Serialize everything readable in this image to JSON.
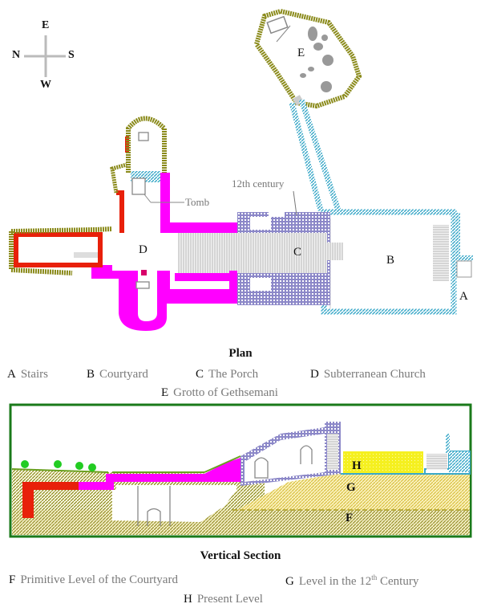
{
  "compass": {
    "top": "E",
    "left": "N",
    "right": "S",
    "bottom": "W"
  },
  "plan": {
    "title": "Plan",
    "area_labels": {
      "A": "A",
      "B": "B",
      "C": "C",
      "D": "D",
      "E": "E"
    },
    "annotations": {
      "tomb": "Tomb",
      "twelfth_century": "12th century"
    },
    "legend": [
      {
        "key": "A",
        "text": "Stairs"
      },
      {
        "key": "B",
        "text": "Courtyard"
      },
      {
        "key": "C",
        "text": "The Porch"
      },
      {
        "key": "D",
        "text": "Subterranean Church"
      },
      {
        "key": "E",
        "text": "Grotto of Gethsemani"
      }
    ]
  },
  "section": {
    "title": "Vertical Section",
    "level_labels": {
      "F": "F",
      "G": "G",
      "H": "H"
    },
    "legend": [
      {
        "key": "F",
        "text": "Primitive Level of the Courtyard"
      },
      {
        "key": "G",
        "text_before": "Level in the 12",
        "sup": "th",
        "text_after": " Century"
      },
      {
        "key": "H",
        "text": "Present Level"
      }
    ]
  },
  "colors": {
    "crusader_wall": "#ff00ff",
    "early_wall": "#e8200a",
    "rock_grotto": "#8a8a1a",
    "porch_12th": "#8c88c8",
    "courtyard_wall": "#3aa8c8",
    "frame": "#1a7a1a",
    "level_h": "#f5f020",
    "level_g": "#e0c850",
    "level_f": "#a8a040",
    "trees": "#22cc22"
  }
}
